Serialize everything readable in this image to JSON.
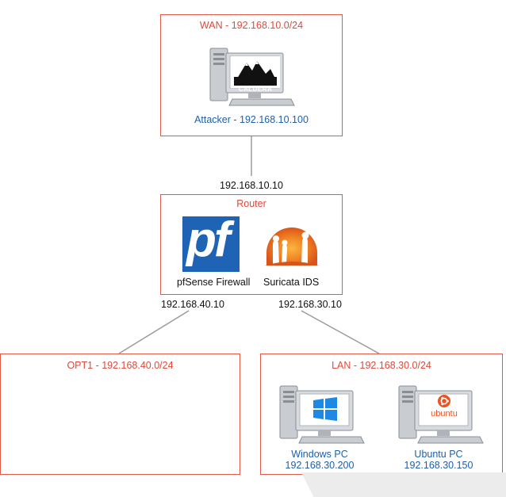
{
  "wan": {
    "title": "WAN - 192.168.10.0/24",
    "attacker_label": "Attacker - 192.168.10.100",
    "caldera_text": "CALDERA"
  },
  "router": {
    "title": "Router",
    "wan_ip": "192.168.10.10",
    "opt_ip": "192.168.40.10",
    "lan_ip": "192.168.30.10",
    "pfsense_label": "pfSense Firewall",
    "suricata_label": "Suricata IDS",
    "pf_text": "pf"
  },
  "opt1": {
    "title": "OPT1 - 192.168.40.0/24"
  },
  "lan": {
    "title": "LAN - 192.168.30.0/24",
    "windows_name": "Windows PC",
    "windows_ip": "192.168.30.200",
    "ubuntu_name": "Ubuntu PC",
    "ubuntu_ip": "192.168.30.150",
    "ubuntu_text": "ubuntu"
  },
  "colors": {
    "zone_border": "#e05a4a",
    "zone_title": "#e0493a",
    "host_label": "#1f5fa8",
    "link": "#9a9a9a",
    "pf_blue": "#1f63b5",
    "suricata_orange": "#e8711f",
    "windows_blue": "#1e88e5",
    "ubuntu_orange": "#e95420"
  },
  "icons": [
    "computer-icon",
    "caldera-logo-icon",
    "pfsense-logo-icon",
    "suricata-logo-icon",
    "windows-logo-icon",
    "ubuntu-logo-icon"
  ]
}
